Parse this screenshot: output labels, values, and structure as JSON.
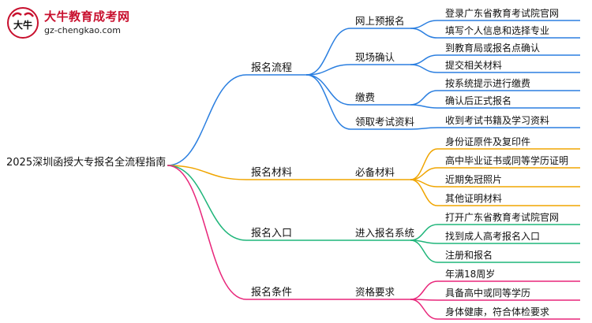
{
  "logo": {
    "title": "大牛教育成考网",
    "url": "gz-chengkao.com",
    "emblem_text": "大牛"
  },
  "mindmap": {
    "root": "2025深圳函授大专报名全流程指南",
    "branches": [
      {
        "label": "报名流程",
        "color": "#2b7fe0",
        "children": [
          {
            "label": "网上预报名",
            "children": [
              "登录广东省教育考试院官网",
              "填写个人信息和选择专业"
            ]
          },
          {
            "label": "现场确认",
            "children": [
              "到教育局或报名点确认",
              "提交相关材料"
            ]
          },
          {
            "label": "缴费",
            "children": [
              "按系统提示进行缴费",
              "确认后正式报名"
            ]
          },
          {
            "label": "领取考试资料",
            "children": [
              "收到考试书籍及学习资料"
            ]
          }
        ]
      },
      {
        "label": "报名材料",
        "color": "#f0a500",
        "children": [
          {
            "label": "必备材料",
            "children": [
              "身份证原件及复印件",
              "高中毕业证书或同等学历证明",
              "近期免冠照片",
              "其他证明材料"
            ]
          }
        ]
      },
      {
        "label": "报名入口",
        "color": "#1fb57a",
        "children": [
          {
            "label": "进入报名系统",
            "children": [
              "打开广东省教育考试院官网",
              "找到成人高考报名入口",
              "注册和报名"
            ]
          }
        ]
      },
      {
        "label": "报名条件",
        "color": "#e8267a",
        "children": [
          {
            "label": "资格要求",
            "children": [
              "年满18周岁",
              "具备高中或同等学历",
              "身体健康，符合体检要求"
            ]
          }
        ]
      }
    ]
  }
}
